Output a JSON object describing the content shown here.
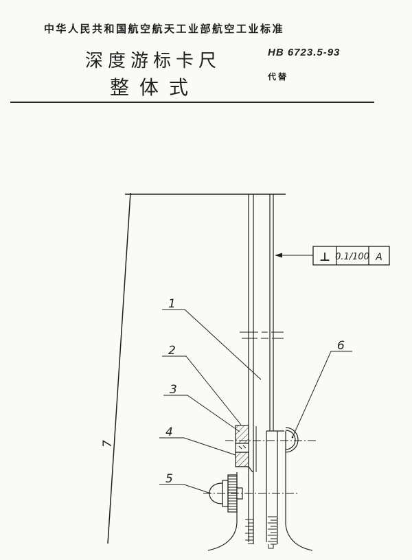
{
  "colors": {
    "ink": "#1e1e1e",
    "paper": "#fbfaf6"
  },
  "header": {
    "authority_line": "中华人民共和国航空航天工业部航空工业标准"
  },
  "title_block": {
    "title": "深度游标卡尺",
    "subtitle": "整体式",
    "standard_number": "HB 6723.5-93",
    "supersedes": "代替"
  },
  "drawing": {
    "tolerance_frame": {
      "symbol": "⊥",
      "symbol_name": "perpendicularity",
      "tolerance": "0.1/100",
      "datum": "A"
    },
    "part_labels": {
      "1": "1",
      "2": "2",
      "3": "3",
      "4": "4",
      "5": "5",
      "6": "6",
      "7": "7"
    }
  }
}
